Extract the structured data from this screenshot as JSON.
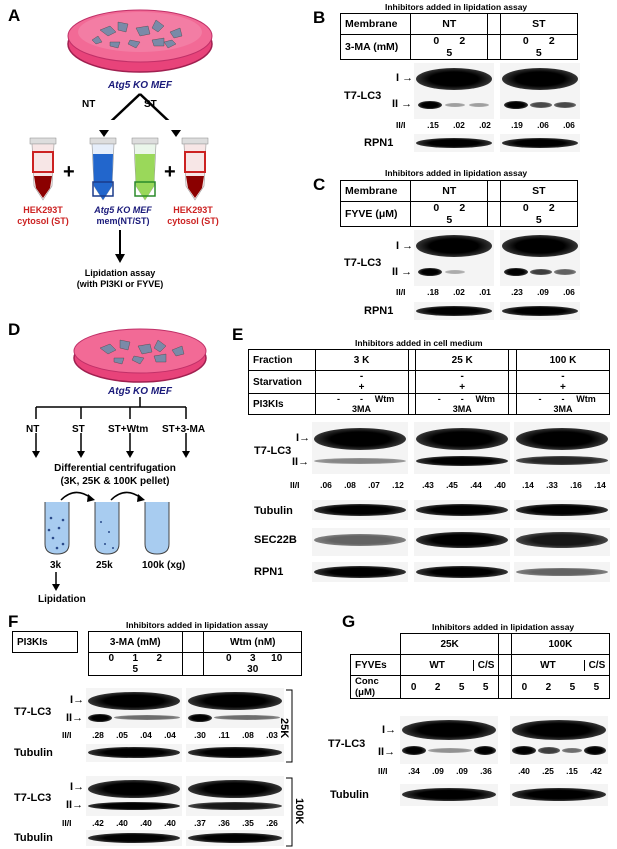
{
  "panels": {
    "A": {
      "letter": "A",
      "dish_label": "Atg5 KO MEF",
      "nt": "NT",
      "st": "ST",
      "plus": "+",
      "tube1_line1": "HEK293T",
      "tube1_line2": "cytosol (ST)",
      "tube2_line1": "Atg5 KO MEF",
      "tube2_line2": "mem(NT/ST)",
      "tube3_line1": "HEK293T",
      "tube3_line2": "cytosol (ST)",
      "assay_line1": "Lipidation assay",
      "assay_line2": "(with PI3KI or FYVE)",
      "colors": {
        "red": "#cc2222",
        "blue": "#2266cc",
        "green": "#3aa03a",
        "navy": "#1a1a7a"
      }
    },
    "B": {
      "letter": "B",
      "caption": "Inhibitors added in lipidation assay",
      "row1_label": "Membrane",
      "group1": "NT",
      "group2": "ST",
      "row2_label": "3-MA (mM)",
      "lanes": [
        "0",
        "2",
        "5",
        "0",
        "2",
        "5"
      ],
      "blot_label": "T7-LC3",
      "arrow_I": "I",
      "arrow_II": "II",
      "ratio_label": "II/I",
      "ratios": [
        ".15",
        ".02",
        ".02",
        ".19",
        ".06",
        ".06"
      ],
      "blot2_label": "RPN1"
    },
    "C": {
      "letter": "C",
      "caption": "Inhibitors added in lipidation assay",
      "row1_label": "Membrane",
      "group1": "NT",
      "group2": "ST",
      "row2_label": "FYVE (μM)",
      "lanes": [
        "0",
        "2",
        "5",
        "0",
        "2",
        "5"
      ],
      "blot_label": "T7-LC3",
      "arrow_I": "I",
      "arrow_II": "II",
      "ratio_label": "II/I",
      "ratios": [
        ".18",
        ".02",
        ".01",
        ".23",
        ".09",
        ".06"
      ],
      "blot2_label": "RPN1"
    },
    "D": {
      "letter": "D",
      "dish_label": "Atg5 KO MEF",
      "conditions": [
        "NT",
        "ST",
        "ST+Wtm",
        "ST+3-MA"
      ],
      "step_line1": "Differential centrifugation",
      "step_line2": "(3K, 25K & 100K pellet)",
      "tubes": [
        "3k",
        "25k",
        "100k (xg)"
      ],
      "final": "Lipidation"
    },
    "E": {
      "letter": "E",
      "caption": "Inhibitors added in cell medium",
      "fraction_label": "Fraction",
      "fractions": [
        "3 K",
        "25 K",
        "100 K"
      ],
      "starvation_label": "Starvation",
      "starvation": [
        "-",
        "+"
      ],
      "pi3k_label": "PI3KIs",
      "pi3k": [
        "-",
        "-",
        "Wtm",
        "3MA"
      ],
      "blot_label": "T7-LC3",
      "arrow_I": "I",
      "arrow_II": "II",
      "ratio_label": "II/I",
      "ratios": [
        ".06",
        ".08",
        ".07",
        ".12",
        ".43",
        ".45",
        ".44",
        ".40",
        ".14",
        ".33",
        ".16",
        ".14"
      ],
      "blot2_label": "Tubulin",
      "blot3_label": "SEC22B",
      "blot4_label": "RPN1"
    },
    "F": {
      "letter": "F",
      "caption": "Inhibitors added in lipidation assay",
      "row_label": "PI3KIs",
      "group1": "3-MA (mM)",
      "group2": "Wtm (nM)",
      "lanes": [
        "0",
        "1",
        "2",
        "5",
        "0",
        "3",
        "10",
        "30"
      ],
      "blot_label": "T7-LC3",
      "arrow_I": "I",
      "arrow_II": "II",
      "ratio_label": "II/I",
      "ratios_25k": [
        ".28",
        ".05",
        ".04",
        ".04",
        ".30",
        ".11",
        ".08",
        ".03"
      ],
      "ratios_100k": [
        ".42",
        ".40",
        ".40",
        ".40",
        ".37",
        ".36",
        ".35",
        ".26"
      ],
      "tubulin_label": "Tubulin",
      "side_25k": "25K",
      "side_100k": "100K"
    },
    "G": {
      "letter": "G",
      "caption": "Inhibitors added in lipidation assay",
      "group1": "25K",
      "group2": "100K",
      "fyve_label": "FYVEs",
      "wt": "WT",
      "cs": "C/S",
      "conc_label": "Conc (μM)",
      "lanes": [
        "0",
        "2",
        "5",
        "5",
        "0",
        "2",
        "5",
        "5"
      ],
      "blot_label": "T7-LC3",
      "arrow_I": "I",
      "arrow_II": "II",
      "ratio_label": "II/I",
      "ratios": [
        ".34",
        ".09",
        ".09",
        ".36",
        ".40",
        ".25",
        ".15",
        ".42"
      ],
      "tubulin_label": "Tubulin"
    }
  }
}
